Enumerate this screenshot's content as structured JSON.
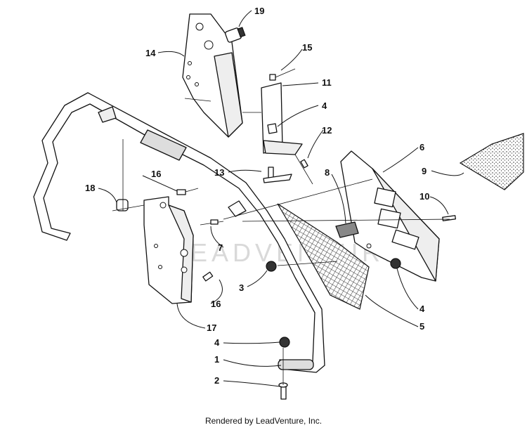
{
  "diagram": {
    "callouts": {
      "c1": "1",
      "c2": "2",
      "c3": "3",
      "c4a": "4",
      "c4b": "4",
      "c4c": "4",
      "c5": "5",
      "c6": "6",
      "c7": "7",
      "c8": "8",
      "c9": "9",
      "c10": "10",
      "c11": "11",
      "c12": "12",
      "c13": "13",
      "c14": "14",
      "c15": "15",
      "c16a": "16",
      "c16b": "16",
      "c17": "17",
      "c18": "18",
      "c19": "19"
    },
    "watermark": "LEADVENTURE"
  },
  "footer": {
    "text": "Rendered by LeadVenture, Inc."
  }
}
